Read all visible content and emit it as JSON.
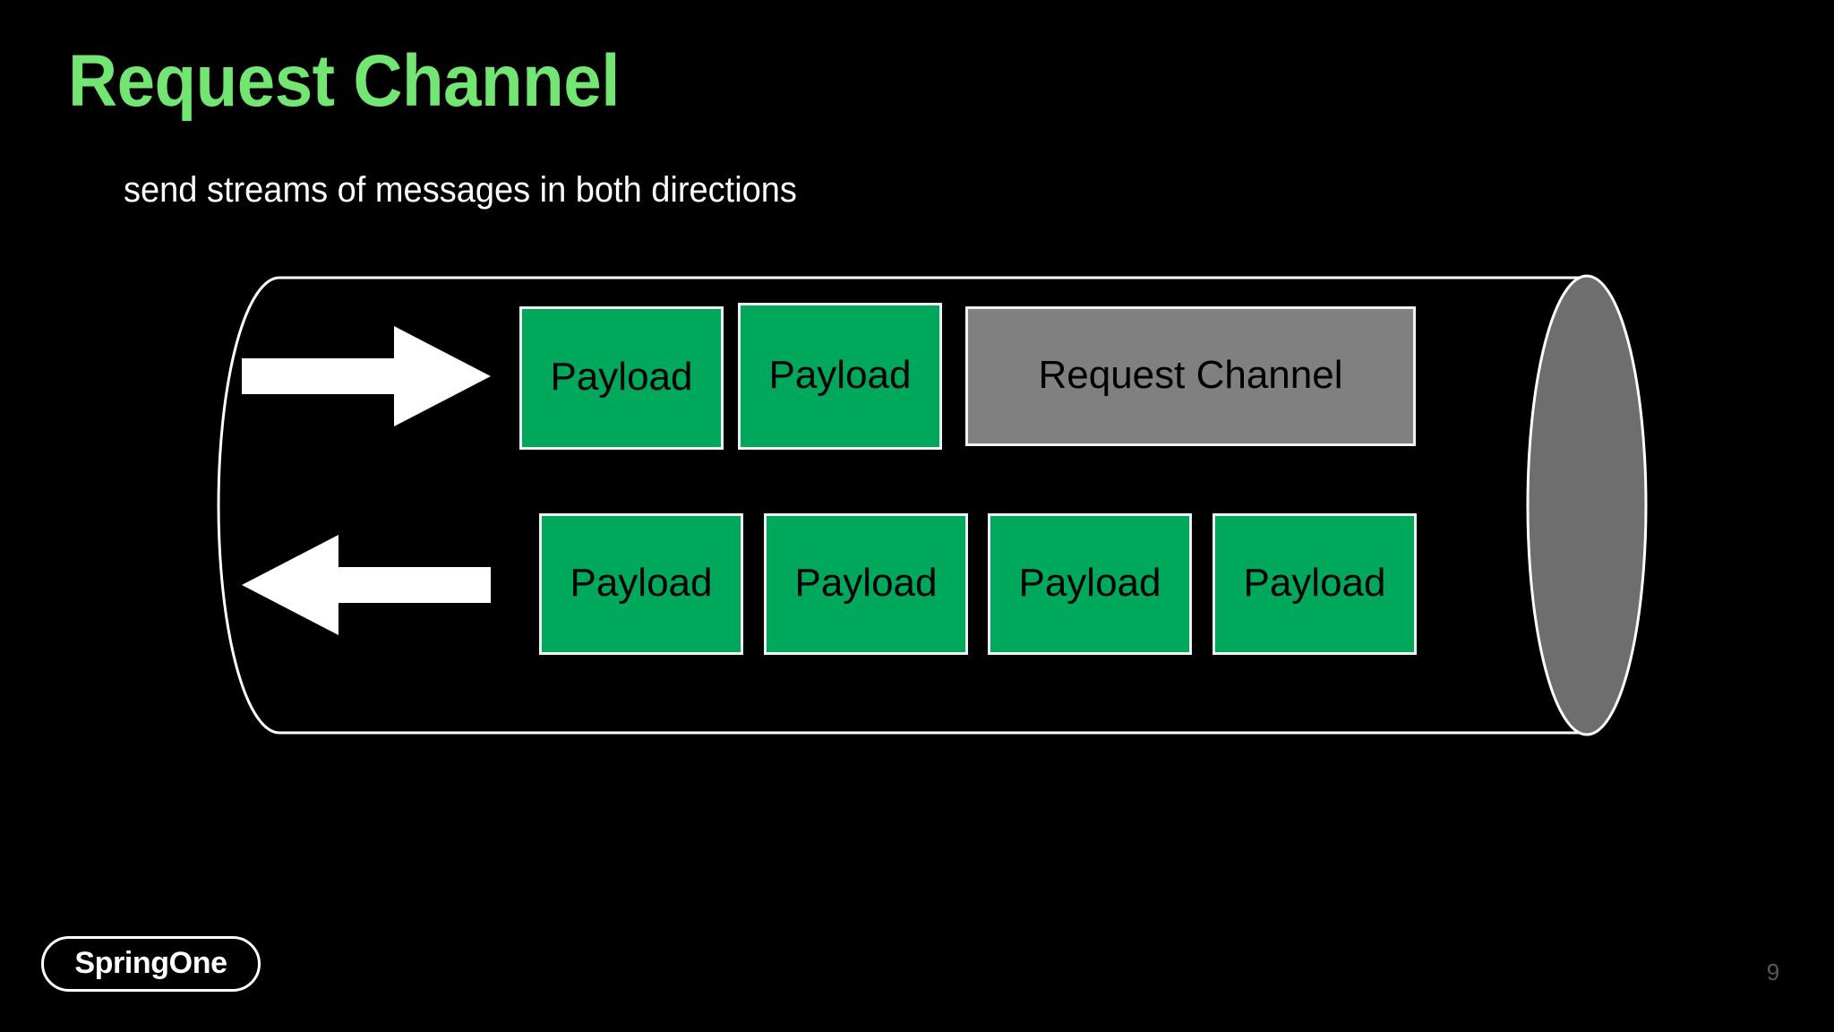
{
  "slide": {
    "title": "Request Channel",
    "subtitle": "send streams of messages in both directions",
    "page_number": "9",
    "background_color": "#000000",
    "title_color": "#72E572",
    "subtitle_color": "#FFFFFF"
  },
  "branding": {
    "logo_text": "SpringOne",
    "logo_border_color": "#FFFFFF"
  },
  "diagram": {
    "type": "request-channel-interaction-model",
    "connection_color": "#FFFFFF",
    "payload_color": "#00A85C",
    "channel_color": "#808080",
    "endpoint_fill_color": "#6E6E6E",
    "arrow_color": "#FFFFFF",
    "outbound_arrow_name": "outbound-stream-arrow",
    "inbound_arrow_name": "inbound-stream-arrow",
    "top_row": [
      {
        "label": "Payload",
        "kind": "payload"
      },
      {
        "label": "Payload",
        "kind": "payload"
      },
      {
        "label": "Request Channel",
        "kind": "channel"
      }
    ],
    "bottom_row": [
      {
        "label": "Payload",
        "kind": "payload"
      },
      {
        "label": "Payload",
        "kind": "payload"
      },
      {
        "label": "Payload",
        "kind": "payload"
      },
      {
        "label": "Payload",
        "kind": "payload"
      }
    ]
  }
}
